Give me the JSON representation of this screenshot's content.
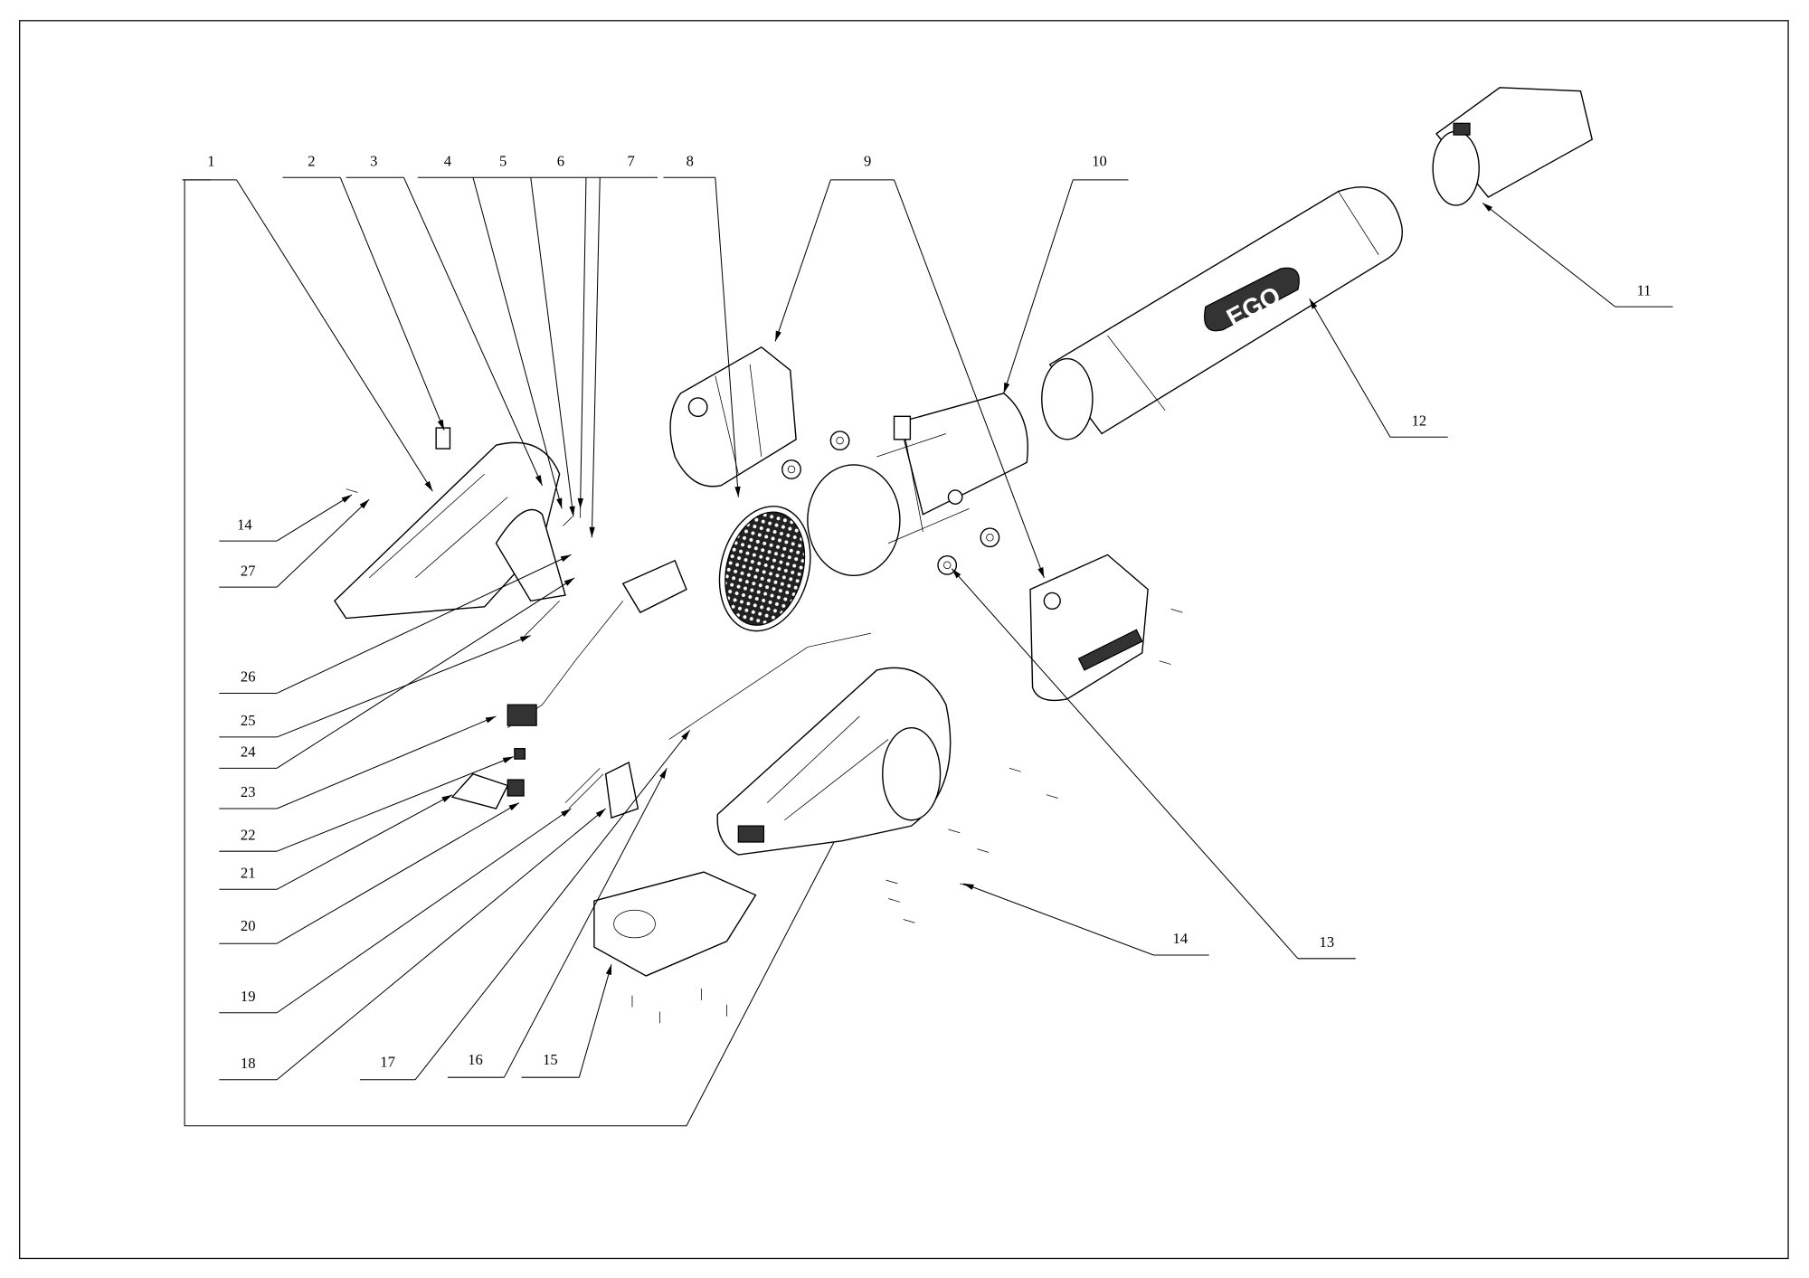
{
  "diagram": {
    "type": "exploded-parts-diagram",
    "logo_text": "EGO",
    "callouts": [
      "1",
      "2",
      "3",
      "4",
      "5",
      "6",
      "7",
      "8",
      "9",
      "10",
      "11",
      "12",
      "13",
      "14",
      "15",
      "16",
      "17",
      "18",
      "19",
      "20",
      "21",
      "22",
      "23",
      "24",
      "25",
      "26",
      "14",
      "27"
    ]
  }
}
